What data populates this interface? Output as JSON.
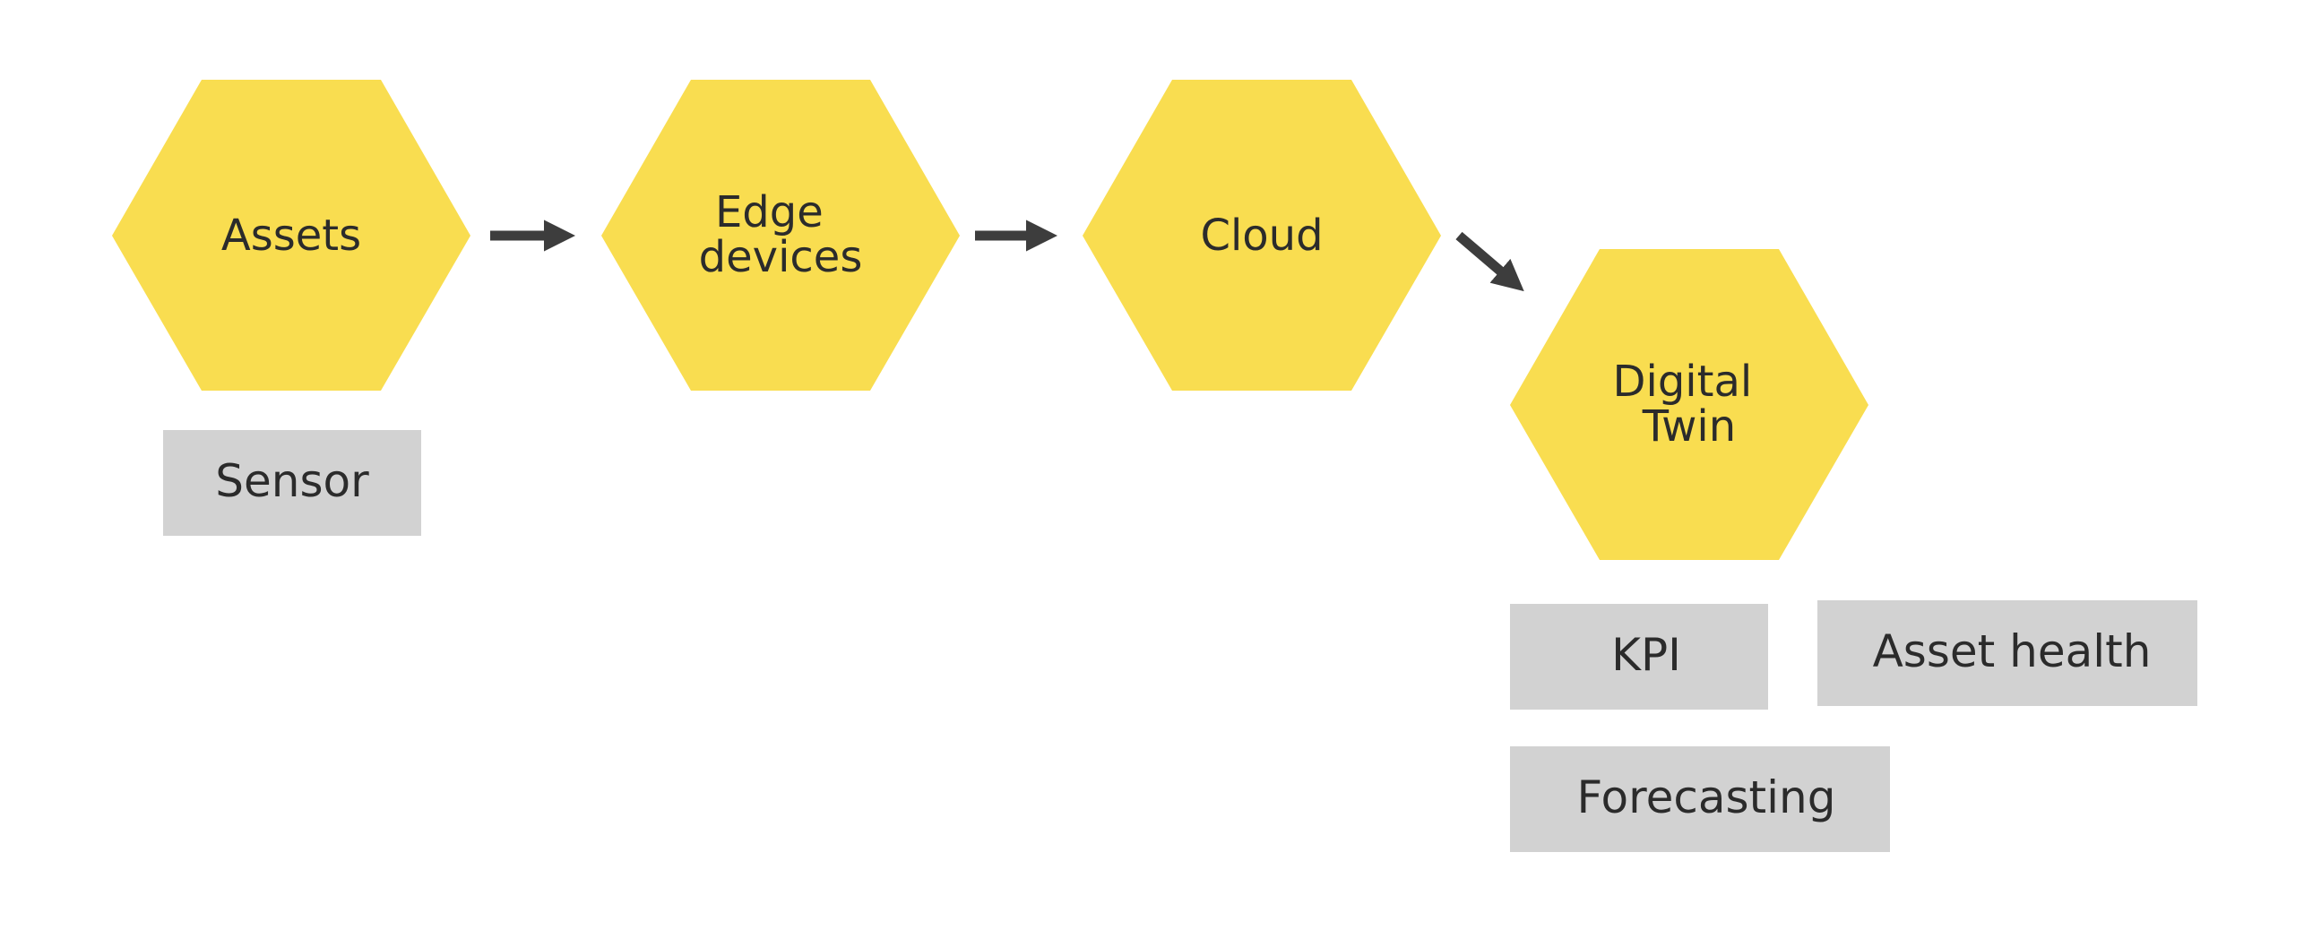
{
  "colors": {
    "hexagon_fill": "#F9DD50",
    "tag_fill": "#D2D2D2",
    "arrow": "#3D3D3D",
    "text": "#2B2B2B"
  },
  "nodes": {
    "assets": [
      "Assets"
    ],
    "edge_devices": [
      "Edge",
      "devices"
    ],
    "cloud": [
      "Cloud"
    ],
    "digital_twin": [
      "Digital",
      "Twin"
    ]
  },
  "tags": {
    "sensor": "Sensor",
    "kpi": "KPI",
    "asset_health": "Asset health",
    "forecasting": "Forecasting"
  }
}
